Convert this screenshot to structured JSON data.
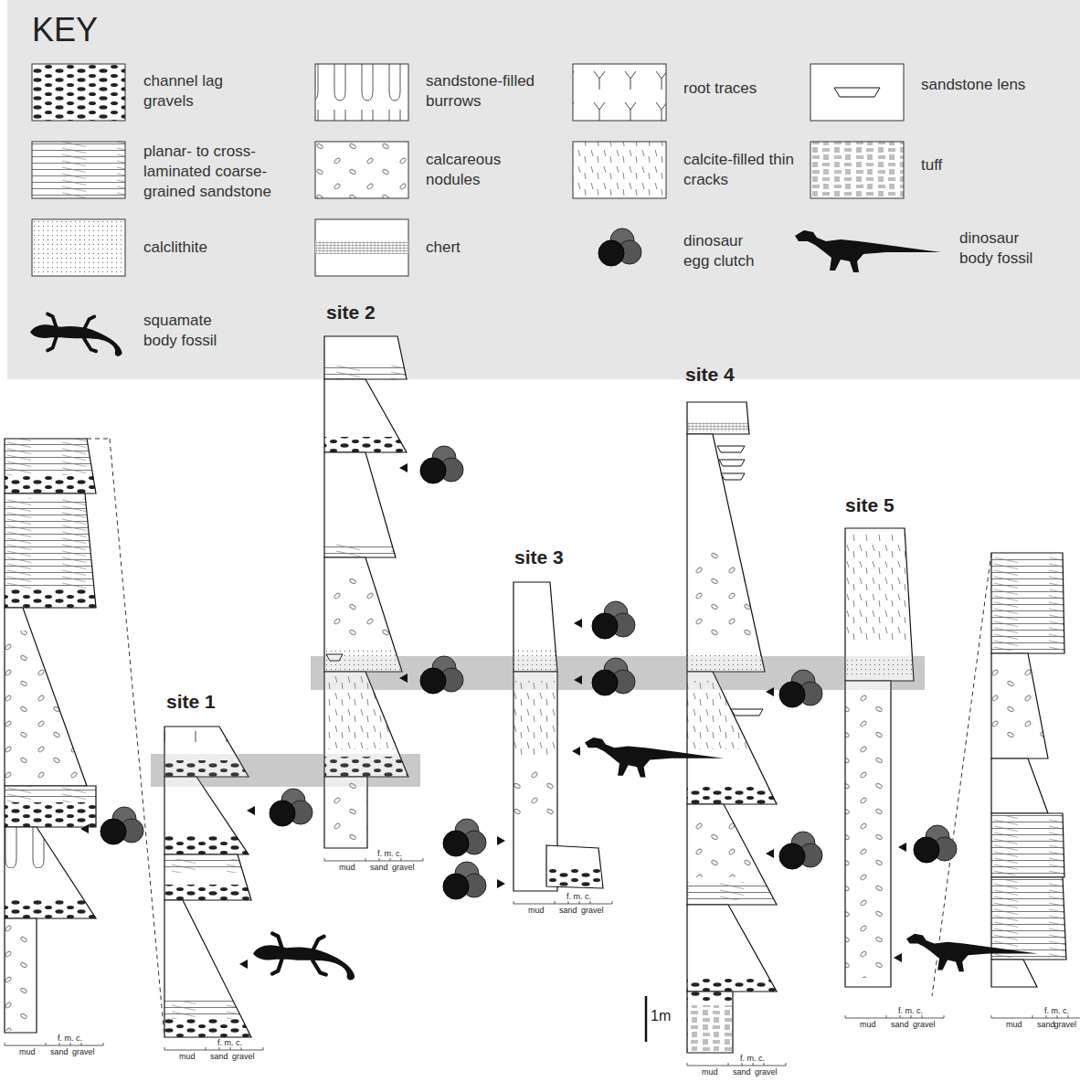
{
  "diagram": {
    "labels": [
      "KEY",
      "site 1",
      "site 2",
      "site 3",
      "site 4",
      "site 5",
      "1m",
      "f. m. c.",
      "mud",
      "sand",
      "gravel",
      "f. m. c.",
      "mud",
      "sand",
      "gravel",
      "f. m. c.",
      "mud",
      "sand",
      "gravel",
      "f. m. c.",
      "mud",
      "sand",
      "gravel",
      "f. m. c.",
      "mud",
      "sand",
      "gravel",
      "f. m. c.",
      "mud",
      "sand",
      "gravel",
      "f. m. c.",
      "mud",
      "sand",
      "gravel"
    ],
    "legend": [
      {
        "text": "channel lag gravels"
      },
      {
        "text": "sandstone-filled burrows"
      },
      {
        "text": "root traces"
      },
      {
        "text": "sandstone lens"
      },
      {
        "text": "planar- to cross-laminated coarse-grained sandstone"
      },
      {
        "text": "calcareous nodules"
      },
      {
        "text": "calcite-filled thin cracks"
      },
      {
        "text": "tuff"
      },
      {
        "text": "calclithite"
      },
      {
        "text": "chert"
      },
      {
        "text": "dinosaur egg clutch"
      },
      {
        "text": "dinosaur body fossil"
      },
      {
        "text": "squamate body fossil"
      }
    ]
  }
}
